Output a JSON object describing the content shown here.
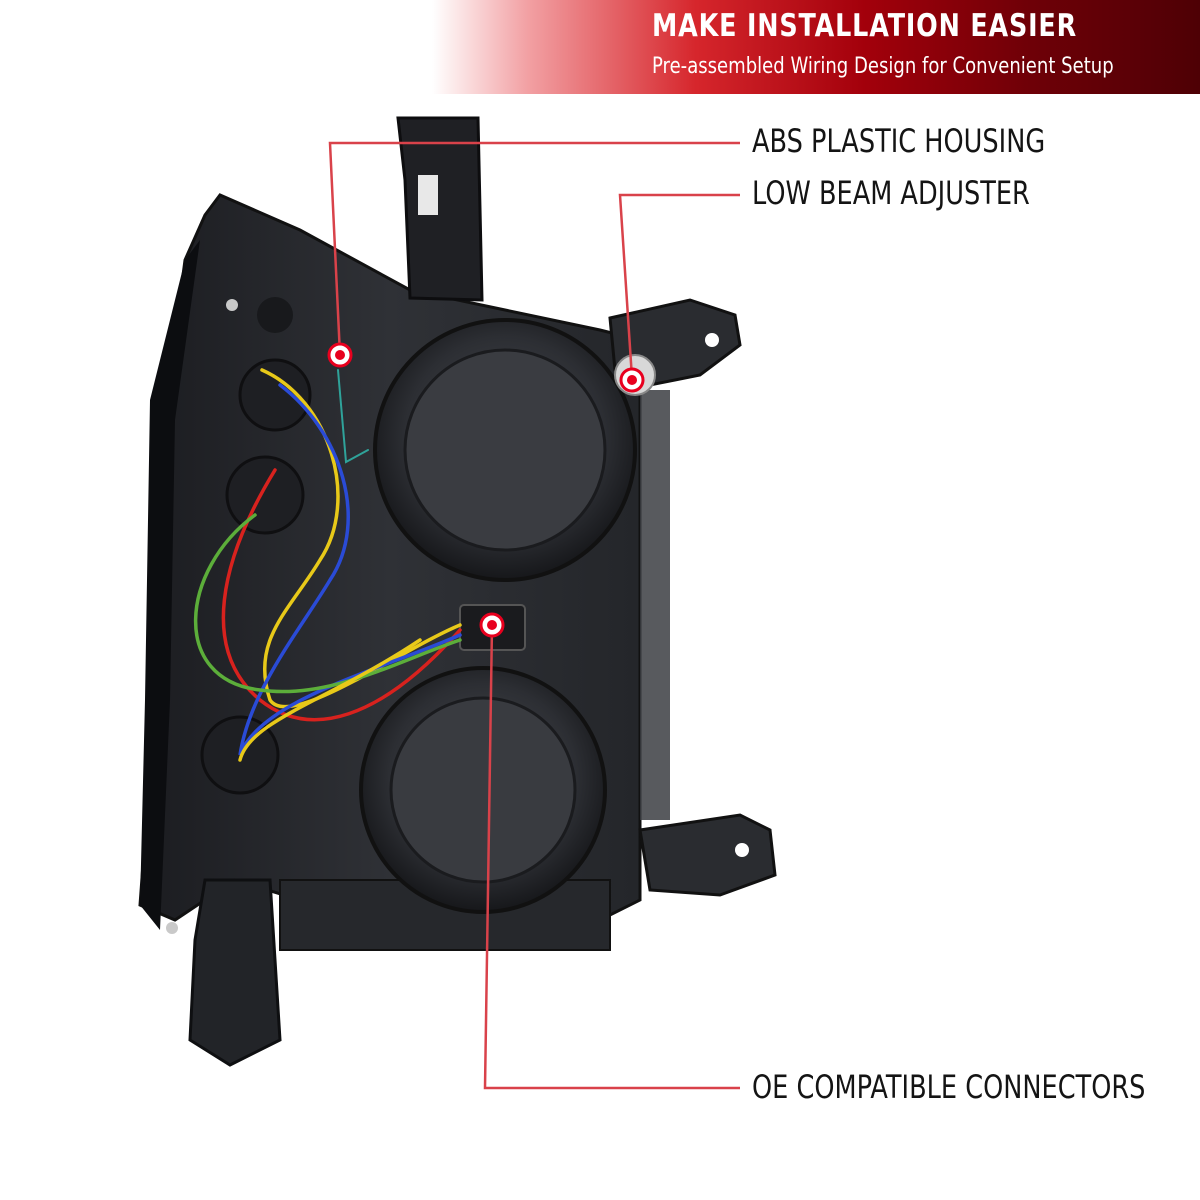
{
  "banner": {
    "title": "MAKE INSTALLATION EASIER",
    "subtitle": "Pre-assembled Wiring Design for Convenient Setup"
  },
  "callouts": [
    {
      "label": "ABS PLASTIC HOUSING"
    },
    {
      "label": "LOW BEAM ADJUSTER"
    },
    {
      "label": "OE COMPATIBLE CONNECTORS"
    }
  ],
  "colors": {
    "callout_line": "#d9424a",
    "marker": "#e8001e",
    "housing": "#2b2d31",
    "wire_red": "#d8221e",
    "wire_yellow": "#e8c919",
    "wire_blue": "#2a4bd6",
    "wire_green": "#5cae3a"
  }
}
